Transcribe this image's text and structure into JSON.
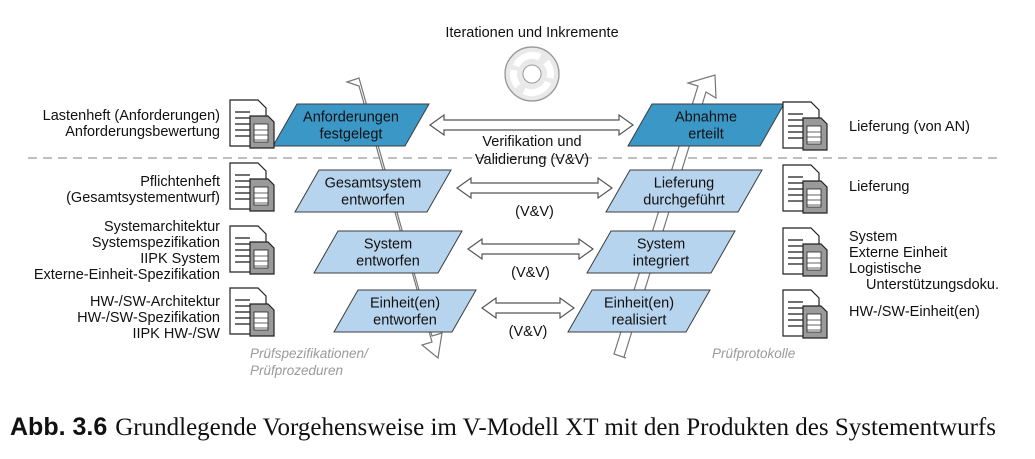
{
  "title": "Iterationen und Inkremente",
  "left_docs": [
    [
      "Lastenheft (Anforderungen)",
      "Anforderungsbewertung"
    ],
    [
      "Pflichtenheft",
      "(Gesamtsystementwurf)"
    ],
    [
      "Systemarchitektur",
      "Systemspezifikation",
      "IIPK System",
      "Externe-Einheit-Spezifikation"
    ],
    [
      "HW-/SW-Architektur",
      "HW-/SW-Spezifikation",
      "IIPK HW-/SW"
    ]
  ],
  "right_docs": [
    [
      "Lieferung (von AN)"
    ],
    [
      "Lieferung"
    ],
    [
      "System",
      "Externe Einheit",
      "Logistische",
      "Unterstützungsdoku."
    ],
    [
      "HW-/SW-Einheit(en)"
    ]
  ],
  "left_boxes": [
    [
      "Anforderungen",
      "festgelegt"
    ],
    [
      "Gesamtsystem",
      "entworfen"
    ],
    [
      "System",
      "entworfen"
    ],
    [
      "Einheit(en)",
      "entworfen"
    ]
  ],
  "right_boxes": [
    [
      "Abnahme",
      "erteilt"
    ],
    [
      "Lieferung",
      "durchgeführt"
    ],
    [
      "System",
      "integriert"
    ],
    [
      "Einheit(en)",
      "realisiert"
    ]
  ],
  "verification": [
    "Verifikation und",
    "Validierung (V&V)"
  ],
  "vv_short": "(V&V)",
  "pruef_left": [
    "Prüfspezifikationen/",
    "Prüfprozeduren"
  ],
  "pruef_right": "Prüfprotokolle",
  "caption": {
    "label": "Abb. 3.6",
    "text": "Grundlegende Vorgehensweise im V-Modell XT mit den Produkten des Systementwurfs"
  },
  "colors": {
    "box_dark": "#3b97c6",
    "box_light": "#b7d4ee",
    "box_stroke": "#3c3c3c",
    "arrow_fill": "#ffffff",
    "arrow_stroke": "#555555",
    "dashed_line": "#aaaaaa",
    "doc_grey": "#9a9a9a"
  }
}
